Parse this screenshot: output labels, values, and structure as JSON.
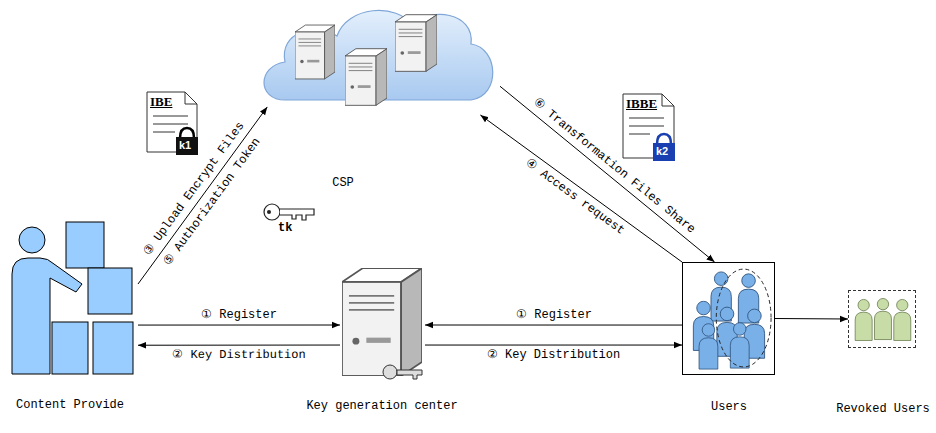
{
  "diagram": {
    "nodes": [
      {
        "text": [
          "CSP"
        ]
      },
      {
        "text": [
          "Content Provide"
        ]
      },
      {
        "text": [
          "Key generation center"
        ]
      },
      {
        "text": [
          "Users"
        ]
      },
      {
        "text": [
          "Revoked Users"
        ]
      }
    ],
    "edges": [
      {
        "from": 1,
        "to": 2,
        "label": "① Register",
        "arrow": "to"
      },
      {
        "from": 2,
        "to": 1,
        "label": "② Key Distribution",
        "arrow": "to"
      },
      {
        "from": 3,
        "to": 2,
        "label": "① Register",
        "arrow": "to"
      },
      {
        "from": 2,
        "to": 3,
        "label": "② Key Distribution",
        "arrow": "to"
      },
      {
        "from": 1,
        "to": 0,
        "label": "③ Upload Encrypt Files",
        "arrow": "to"
      },
      {
        "from": 3,
        "to": 0,
        "label": "④ Access request",
        "arrow": "to"
      },
      {
        "from": 0,
        "to": 3,
        "label": "⑥ Transformation Files Share",
        "arrow": "to"
      },
      {
        "from": 3,
        "to": 4,
        "arrow": "to"
      }
    ],
    "labels": [
      "IBE",
      "k1",
      "tk",
      "IBBE",
      "k2",
      "⑤ Authorization Token"
    ]
  }
}
